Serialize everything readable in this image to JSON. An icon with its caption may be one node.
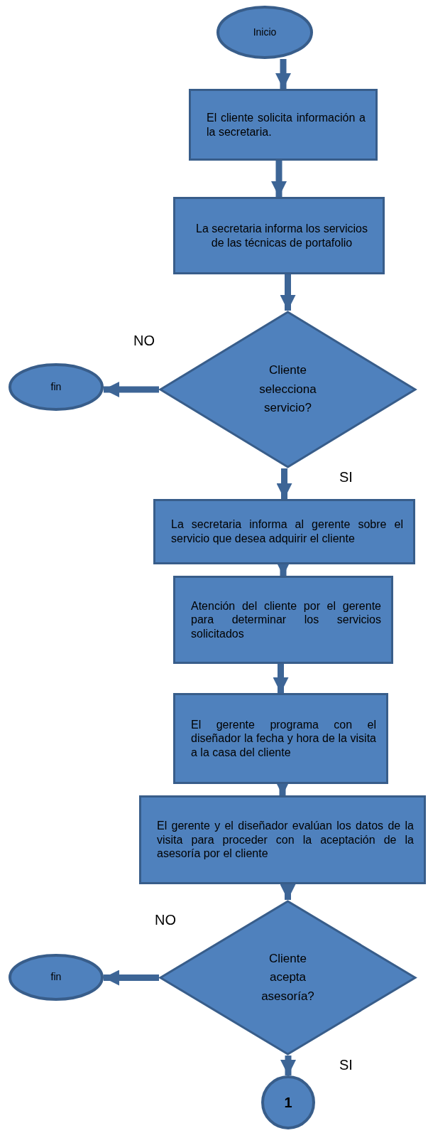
{
  "diagram": {
    "nodes": [
      {
        "text": [
          "Inicio"
        ]
      },
      {
        "text": [
          "El cliente solicita información a la secretaria."
        ]
      },
      {
        "text": [
          "La secretaria informa los servicios de las técnicas de portafolio"
        ]
      },
      {
        "text": [
          "Cliente selecciona servicio?"
        ]
      },
      {
        "text": [
          "fin"
        ]
      },
      {
        "text": [
          "La secretaria informa al gerente sobre el servicio que desea adquirir el cliente"
        ]
      },
      {
        "text": [
          "Atención del cliente por el gerente para determinar los servicios solicitados"
        ]
      },
      {
        "text": [
          "El gerente programa con el diseñador la fecha y hora de la visita a la casa del cliente"
        ]
      },
      {
        "text": [
          "El gerente y el diseñador evalúan los datos de la visita para proceder con la aceptación de la asesoría por el cliente"
        ]
      },
      {
        "text": [
          "Cliente acepta asesoría?"
        ]
      },
      {
        "text": [
          "fin"
        ]
      },
      {
        "text": [
          "1"
        ]
      }
    ],
    "edges": [
      {
        "from": 0,
        "to": 1,
        "arrow": "to"
      },
      {
        "from": 1,
        "to": 2,
        "arrow": "to"
      },
      {
        "from": 2,
        "to": 3,
        "arrow": "to"
      },
      {
        "from": 3,
        "to": 4,
        "arrow": "to",
        "label": "NO"
      },
      {
        "from": 3,
        "to": 5,
        "arrow": "to",
        "label": "SI"
      },
      {
        "from": 5,
        "to": 6,
        "arrow": "to"
      },
      {
        "from": 6,
        "to": 7,
        "arrow": "to"
      },
      {
        "from": 7,
        "to": 8,
        "arrow": "to"
      },
      {
        "from": 8,
        "to": 9,
        "arrow": "to"
      },
      {
        "from": 9,
        "to": 10,
        "arrow": "to",
        "label": "NO"
      },
      {
        "from": 9,
        "to": 11,
        "arrow": "to",
        "label": "SI"
      }
    ]
  }
}
